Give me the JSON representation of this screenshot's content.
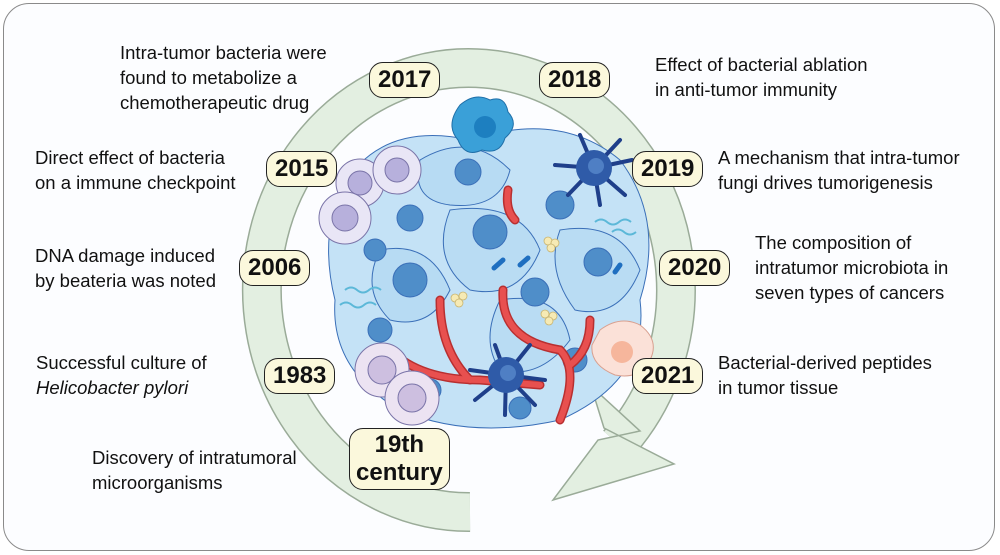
{
  "colors": {
    "ring": "#e3efe1",
    "ring_stroke": "#9aab98",
    "pill_fill": "#fbf8dc",
    "cell": "#bfe0f5",
    "nucleus": "#4f8ec9",
    "vessel": "#e8504f"
  },
  "milestones": [
    {
      "year": "2017",
      "text": [
        "Intra-tumor bacteria were",
        "found to metabolize a",
        "chemotherapeutic drug"
      ]
    },
    {
      "year": "2018",
      "text": [
        "Effect of bacterial ablation",
        "in anti-tumor immunity"
      ]
    },
    {
      "year": "2015",
      "text": [
        "Direct effect of bacteria",
        "on a immune checkpoint"
      ]
    },
    {
      "year": "2019",
      "text": [
        "A mechanism that intra-tumor",
        "fungi drives tumorigenesis"
      ]
    },
    {
      "year": "2006",
      "text": [
        "DNA damage induced",
        "by beateria was noted"
      ]
    },
    {
      "year": "2020",
      "text": [
        "The composition of",
        "intratumor microbiota in",
        "seven types of cancers"
      ]
    },
    {
      "year": "1983",
      "text": [
        "Successful culture of",
        "Helicobacter pylori"
      ]
    },
    {
      "year": "2021",
      "text": [
        "Bacterial-derived peptides",
        "in tumor tissue"
      ]
    },
    {
      "year": [
        "19th",
        "century"
      ],
      "text": [
        "Discovery of intratumoral",
        "microorganisms"
      ]
    }
  ]
}
